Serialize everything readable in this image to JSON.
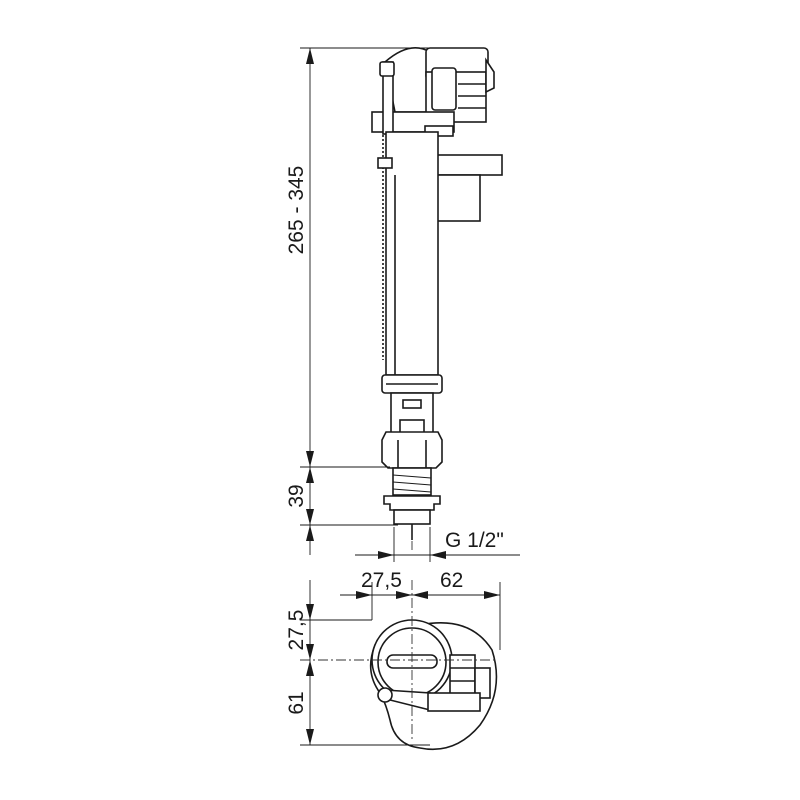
{
  "dimensions": {
    "total_height": "265 - 345",
    "thread_length": "39",
    "thread_size": "G 1/2\"",
    "plan_left_offset": "27,5",
    "plan_right_width": "62",
    "plan_top_offset": "27,5",
    "plan_bottom_depth": "61"
  },
  "colors": {
    "line": "#1a1a1a",
    "background": "#ffffff"
  }
}
